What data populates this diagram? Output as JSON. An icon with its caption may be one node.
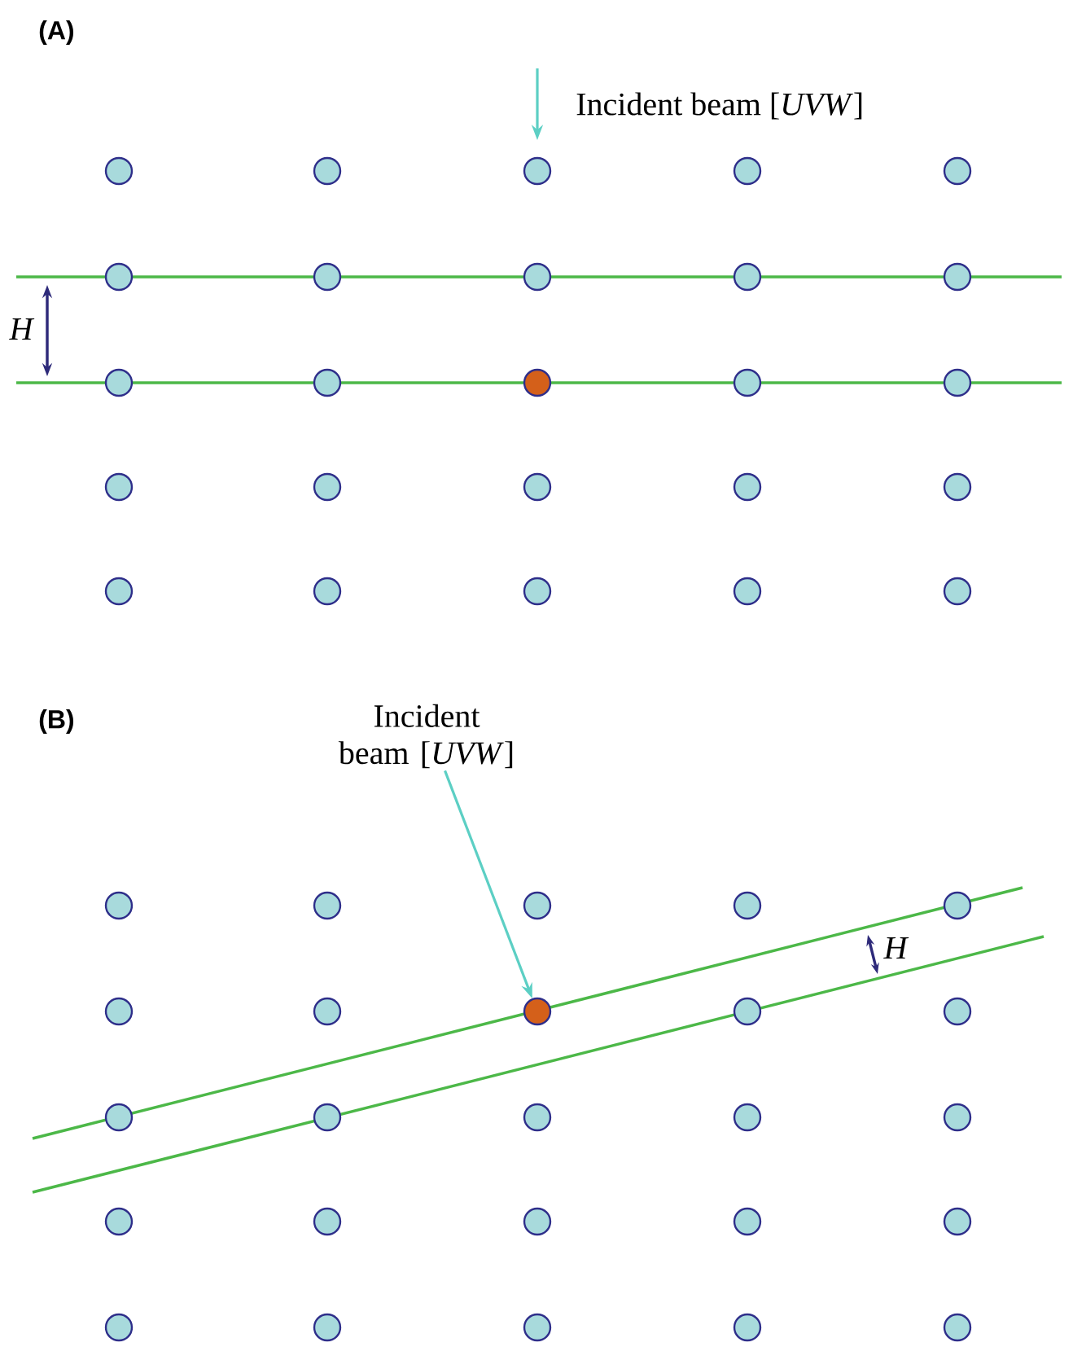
{
  "diagram": {
    "nodes": [
      {
        "text": [
          "Incident beam [*UVW*]"
        ]
      },
      {
        "text": [],
        "shape": "circle"
      }
    ],
    "edges": [
      {
        "from": 0,
        "to": 1,
        "arrow": "to"
      }
    ],
    "labels": [
      "(A)",
      "Incident beam [*UVW*]",
      "H",
      "(B)",
      "H"
    ]
  }
}
